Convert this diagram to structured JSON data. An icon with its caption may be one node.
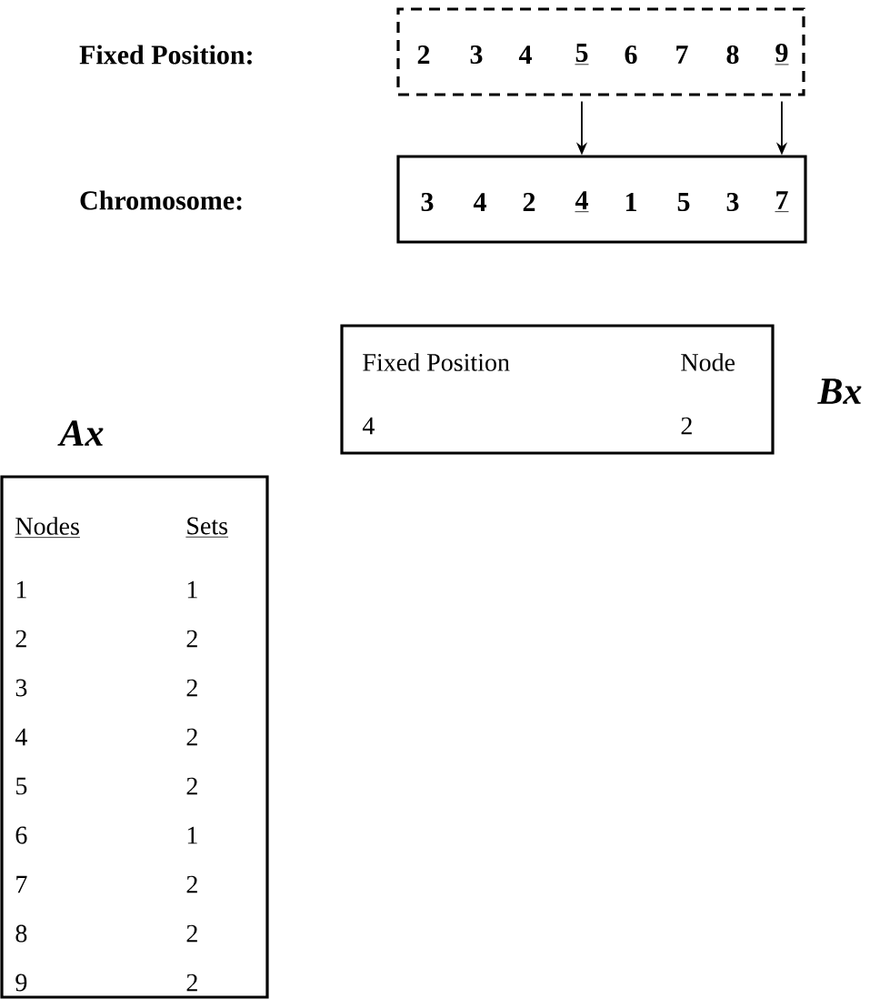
{
  "diagram": {
    "nodes": [
      {
        "text": [],
        "shape": "box"
      },
      {
        "text": [
          "2"
        ],
        "in": 0
      },
      {
        "text": [
          "3"
        ],
        "in": 0
      },
      {
        "text": [
          "4"
        ],
        "in": 0
      },
      {
        "text": [
          "5"
        ],
        "in": 0
      },
      {
        "text": [
          "6"
        ],
        "in": 0
      },
      {
        "text": [
          "7"
        ],
        "in": 0
      },
      {
        "text": [
          "8"
        ],
        "in": 0
      },
      {
        "text": [
          "9"
        ],
        "in": 0
      },
      {
        "text": [],
        "shape": "box"
      },
      {
        "text": [
          "3"
        ],
        "in": 9
      },
      {
        "text": [
          "4"
        ],
        "in": 9
      },
      {
        "text": [
          "2"
        ],
        "in": 9
      },
      {
        "text": [
          "4"
        ],
        "in": 9
      },
      {
        "text": [
          "1"
        ],
        "in": 9
      },
      {
        "text": [
          "5"
        ],
        "in": 9
      },
      {
        "text": [
          "3"
        ],
        "in": 9
      },
      {
        "text": [
          "7"
        ],
        "in": 9
      },
      {
        "text": [
          "Bx",
          "Fixed Position",
          "Node",
          "4",
          "2"
        ]
      },
      {
        "text": [
          "Ax",
          "Nodes",
          "Sets",
          "1",
          "1",
          "2",
          "2",
          "3",
          "2",
          "4",
          "2",
          "5",
          "2",
          "6",
          "1",
          "7",
          "2",
          "8",
          "2",
          "9",
          "2"
        ]
      }
    ],
    "labels": [
      "Fixed Position:",
      "Chromosome:"
    ],
    "edges": [
      {
        "from": 4,
        "to": 13,
        "arrow": "to"
      },
      {
        "from": 8,
        "to": 17,
        "arrow": "to"
      }
    ]
  }
}
